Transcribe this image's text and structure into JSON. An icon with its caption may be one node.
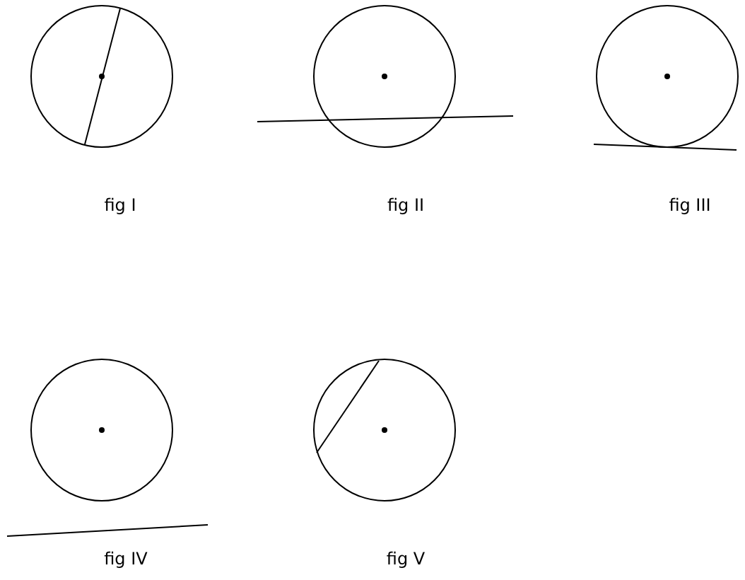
{
  "diagram": {
    "nodes": [
      {
        "text": [],
        "shape": "circle",
        "beside": [
          "fig I"
        ]
      },
      {
        "text": [],
        "shape": "circle",
        "beside": [
          "fig II"
        ]
      },
      {
        "text": [],
        "shape": "circle",
        "beside": [
          "fig III"
        ]
      },
      {
        "text": [],
        "shape": "circle",
        "beside": [
          "fig IV"
        ]
      },
      {
        "text": [],
        "shape": "circle",
        "beside": [
          "fig V"
        ]
      }
    ]
  }
}
